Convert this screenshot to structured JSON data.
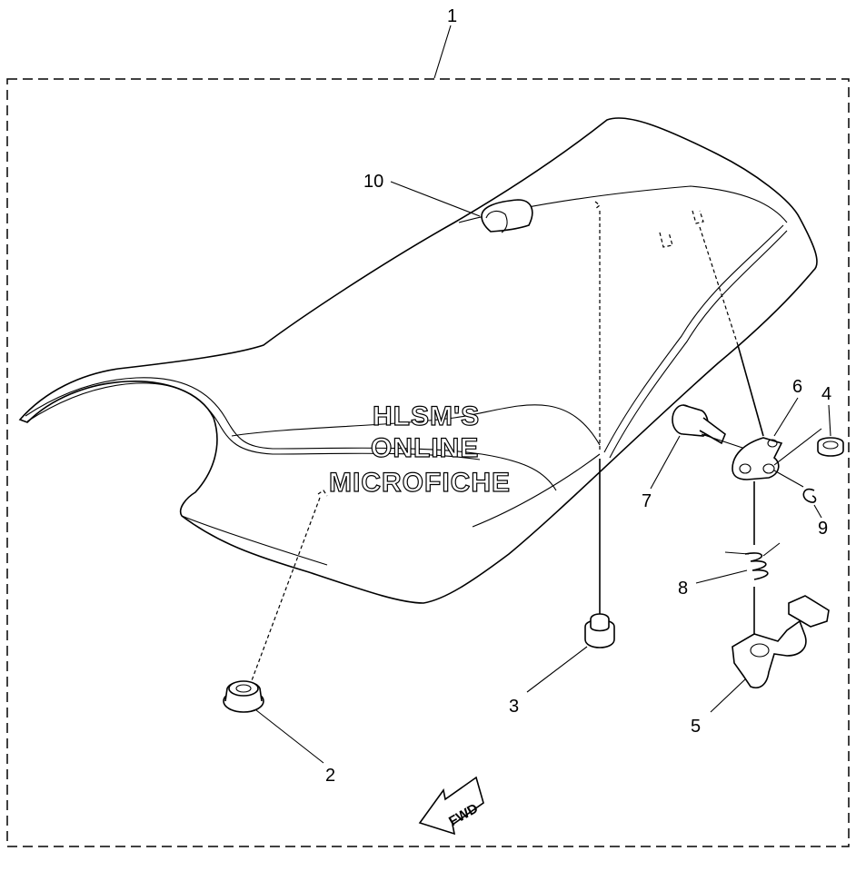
{
  "callouts": [
    "1",
    "2",
    "3",
    "4",
    "5",
    "6",
    "7",
    "8",
    "9",
    "10"
  ],
  "watermark": {
    "line1": "HLSM'S",
    "line2": "ONLINE",
    "line3": "MICROFICHE"
  },
  "direction_label": "FWD"
}
